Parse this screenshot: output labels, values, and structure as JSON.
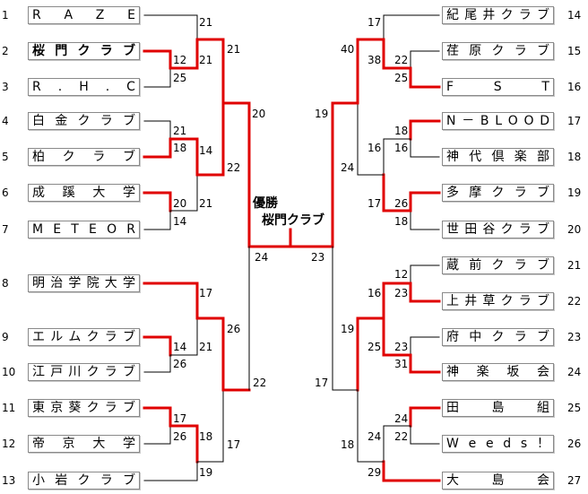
{
  "left_teams": [
    {
      "no": "1",
      "name": "RAZE"
    },
    {
      "no": "2",
      "name": "桜門クラブ"
    },
    {
      "no": "3",
      "name": "R.H.C"
    },
    {
      "no": "4",
      "name": "白金クラブ"
    },
    {
      "no": "5",
      "name": "柏クラブ"
    },
    {
      "no": "6",
      "name": "成蹊大学"
    },
    {
      "no": "7",
      "name": "METEOR"
    },
    {
      "no": "8",
      "name": "明治学院大学"
    },
    {
      "no": "9",
      "name": "エルムクラブ"
    },
    {
      "no": "10",
      "name": "江戸川クラブ"
    },
    {
      "no": "11",
      "name": "東京葵クラブ"
    },
    {
      "no": "12",
      "name": "帝京大学"
    },
    {
      "no": "13",
      "name": "小岩クラブ"
    }
  ],
  "right_teams": [
    {
      "no": "14",
      "name": "紀尾井クラブ"
    },
    {
      "no": "15",
      "name": "荏原クラブ"
    },
    {
      "no": "16",
      "name": "FST"
    },
    {
      "no": "17",
      "name": "N－BLOOD"
    },
    {
      "no": "18",
      "name": "神代倶楽部"
    },
    {
      "no": "19",
      "name": "多摩クラブ"
    },
    {
      "no": "20",
      "name": "世田谷クラブ"
    },
    {
      "no": "21",
      "name": "蔵前クラブ"
    },
    {
      "no": "22",
      "name": "上井草クラブ"
    },
    {
      "no": "23",
      "name": "府中クラブ"
    },
    {
      "no": "24",
      "name": "神楽坂会"
    },
    {
      "no": "25",
      "name": "田島組"
    },
    {
      "no": "26",
      "name": "Weeds！"
    },
    {
      "no": "27",
      "name": "大島会"
    }
  ],
  "winner": {
    "label": "優勝",
    "team": "桜門クラブ"
  },
  "scores": [
    "21",
    "21",
    "12",
    "25",
    "21",
    "20",
    "21",
    "18",
    "14",
    "22",
    "20",
    "14",
    "21",
    "17",
    "26",
    "14",
    "21",
    "26",
    "22",
    "17",
    "26",
    "18",
    "17",
    "19",
    "24",
    "23",
    "17",
    "40",
    "22",
    "38",
    "25",
    "19",
    "18",
    "16",
    "16",
    "24",
    "26",
    "18",
    "17",
    "12",
    "23",
    "16",
    "23",
    "31",
    "19",
    "25",
    "24",
    "22",
    "24",
    "18",
    "29",
    "17"
  ],
  "colors": {
    "win": "#e00000",
    "line": "#000000"
  }
}
